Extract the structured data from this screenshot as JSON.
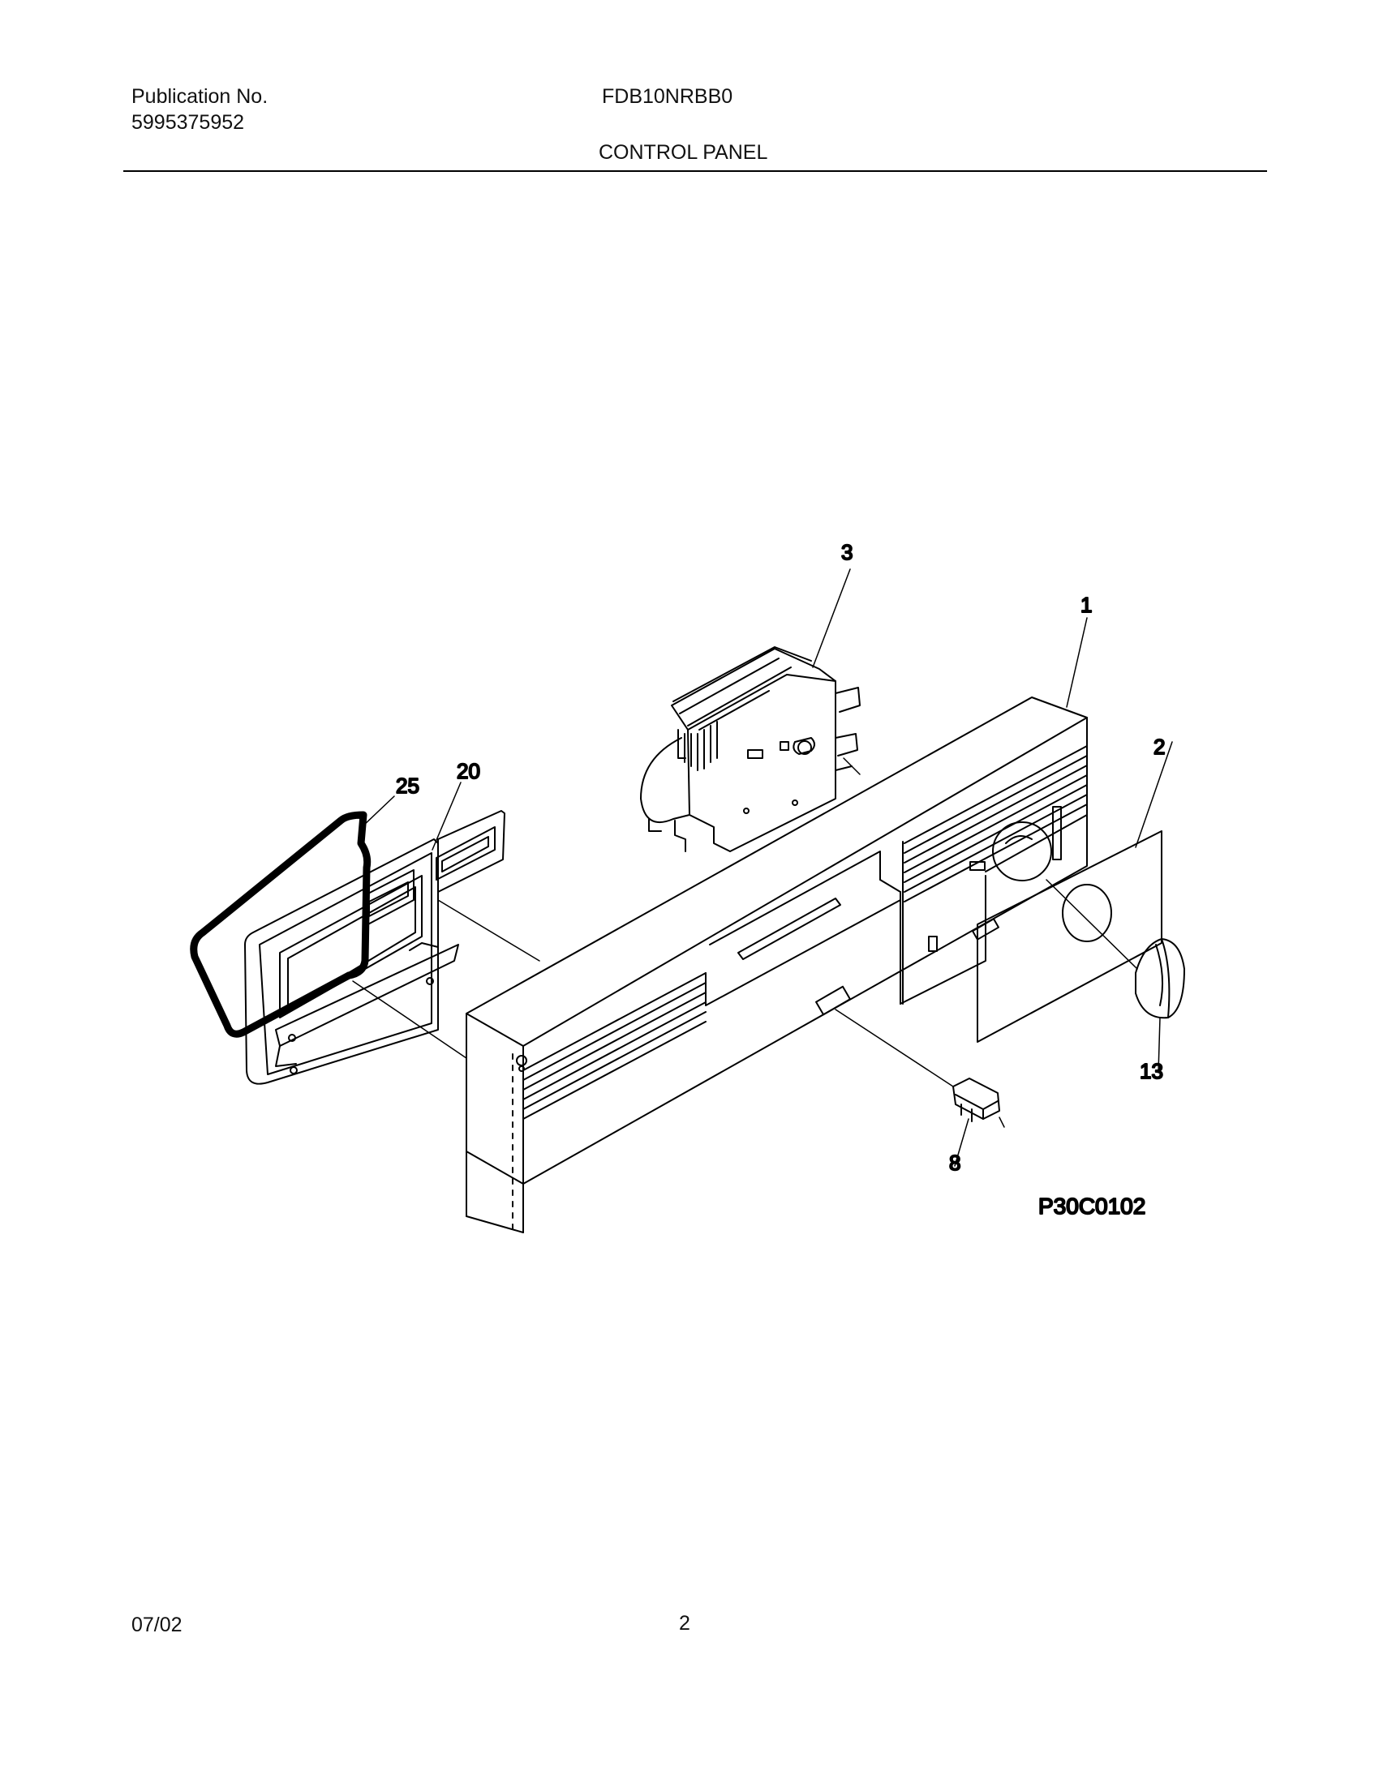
{
  "header": {
    "publication_label": "Publication No.",
    "publication_number": "5995375952",
    "model": "FDB10NRBB0",
    "section_title": "CONTROL PANEL"
  },
  "diagram": {
    "part_labels": {
      "control_panel": "1",
      "overlay": "2",
      "timer": "3",
      "switch": "8",
      "knob": "13",
      "dispenser": "20",
      "gasket": "25"
    },
    "figure_code": "P30C0102"
  },
  "footer": {
    "date": "07/02",
    "page": "2"
  }
}
